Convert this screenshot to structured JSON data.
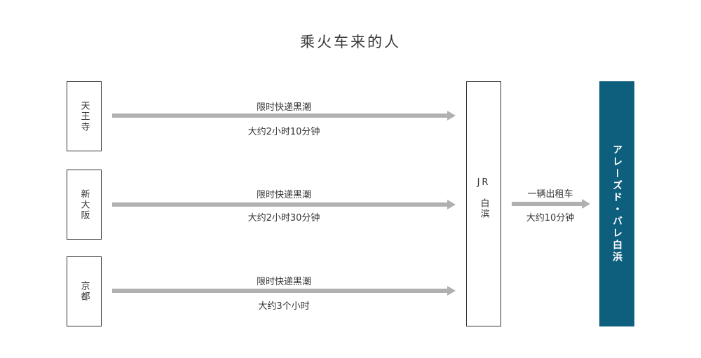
{
  "title": "乘火车来的人",
  "origins": [
    {
      "name": "天王寺",
      "route": "限时快递黑潮",
      "duration": "大约2小时10分钟"
    },
    {
      "name": "新大阪",
      "route": "限时快递黑潮",
      "duration": "大约2小时30分钟"
    },
    {
      "name": "京都",
      "route": "限时快递黑潮",
      "duration": "大约3个小时"
    }
  ],
  "hub": {
    "line1": "JR",
    "line2": "白滨"
  },
  "transfer": {
    "mode": "一辆出租车",
    "duration": "大约10分钟"
  },
  "destination": {
    "name": "アレーズド・バレ白浜",
    "color": "#0e5e7e"
  },
  "colors": {
    "arrow": "#b0b0b0",
    "border": "#333333"
  }
}
